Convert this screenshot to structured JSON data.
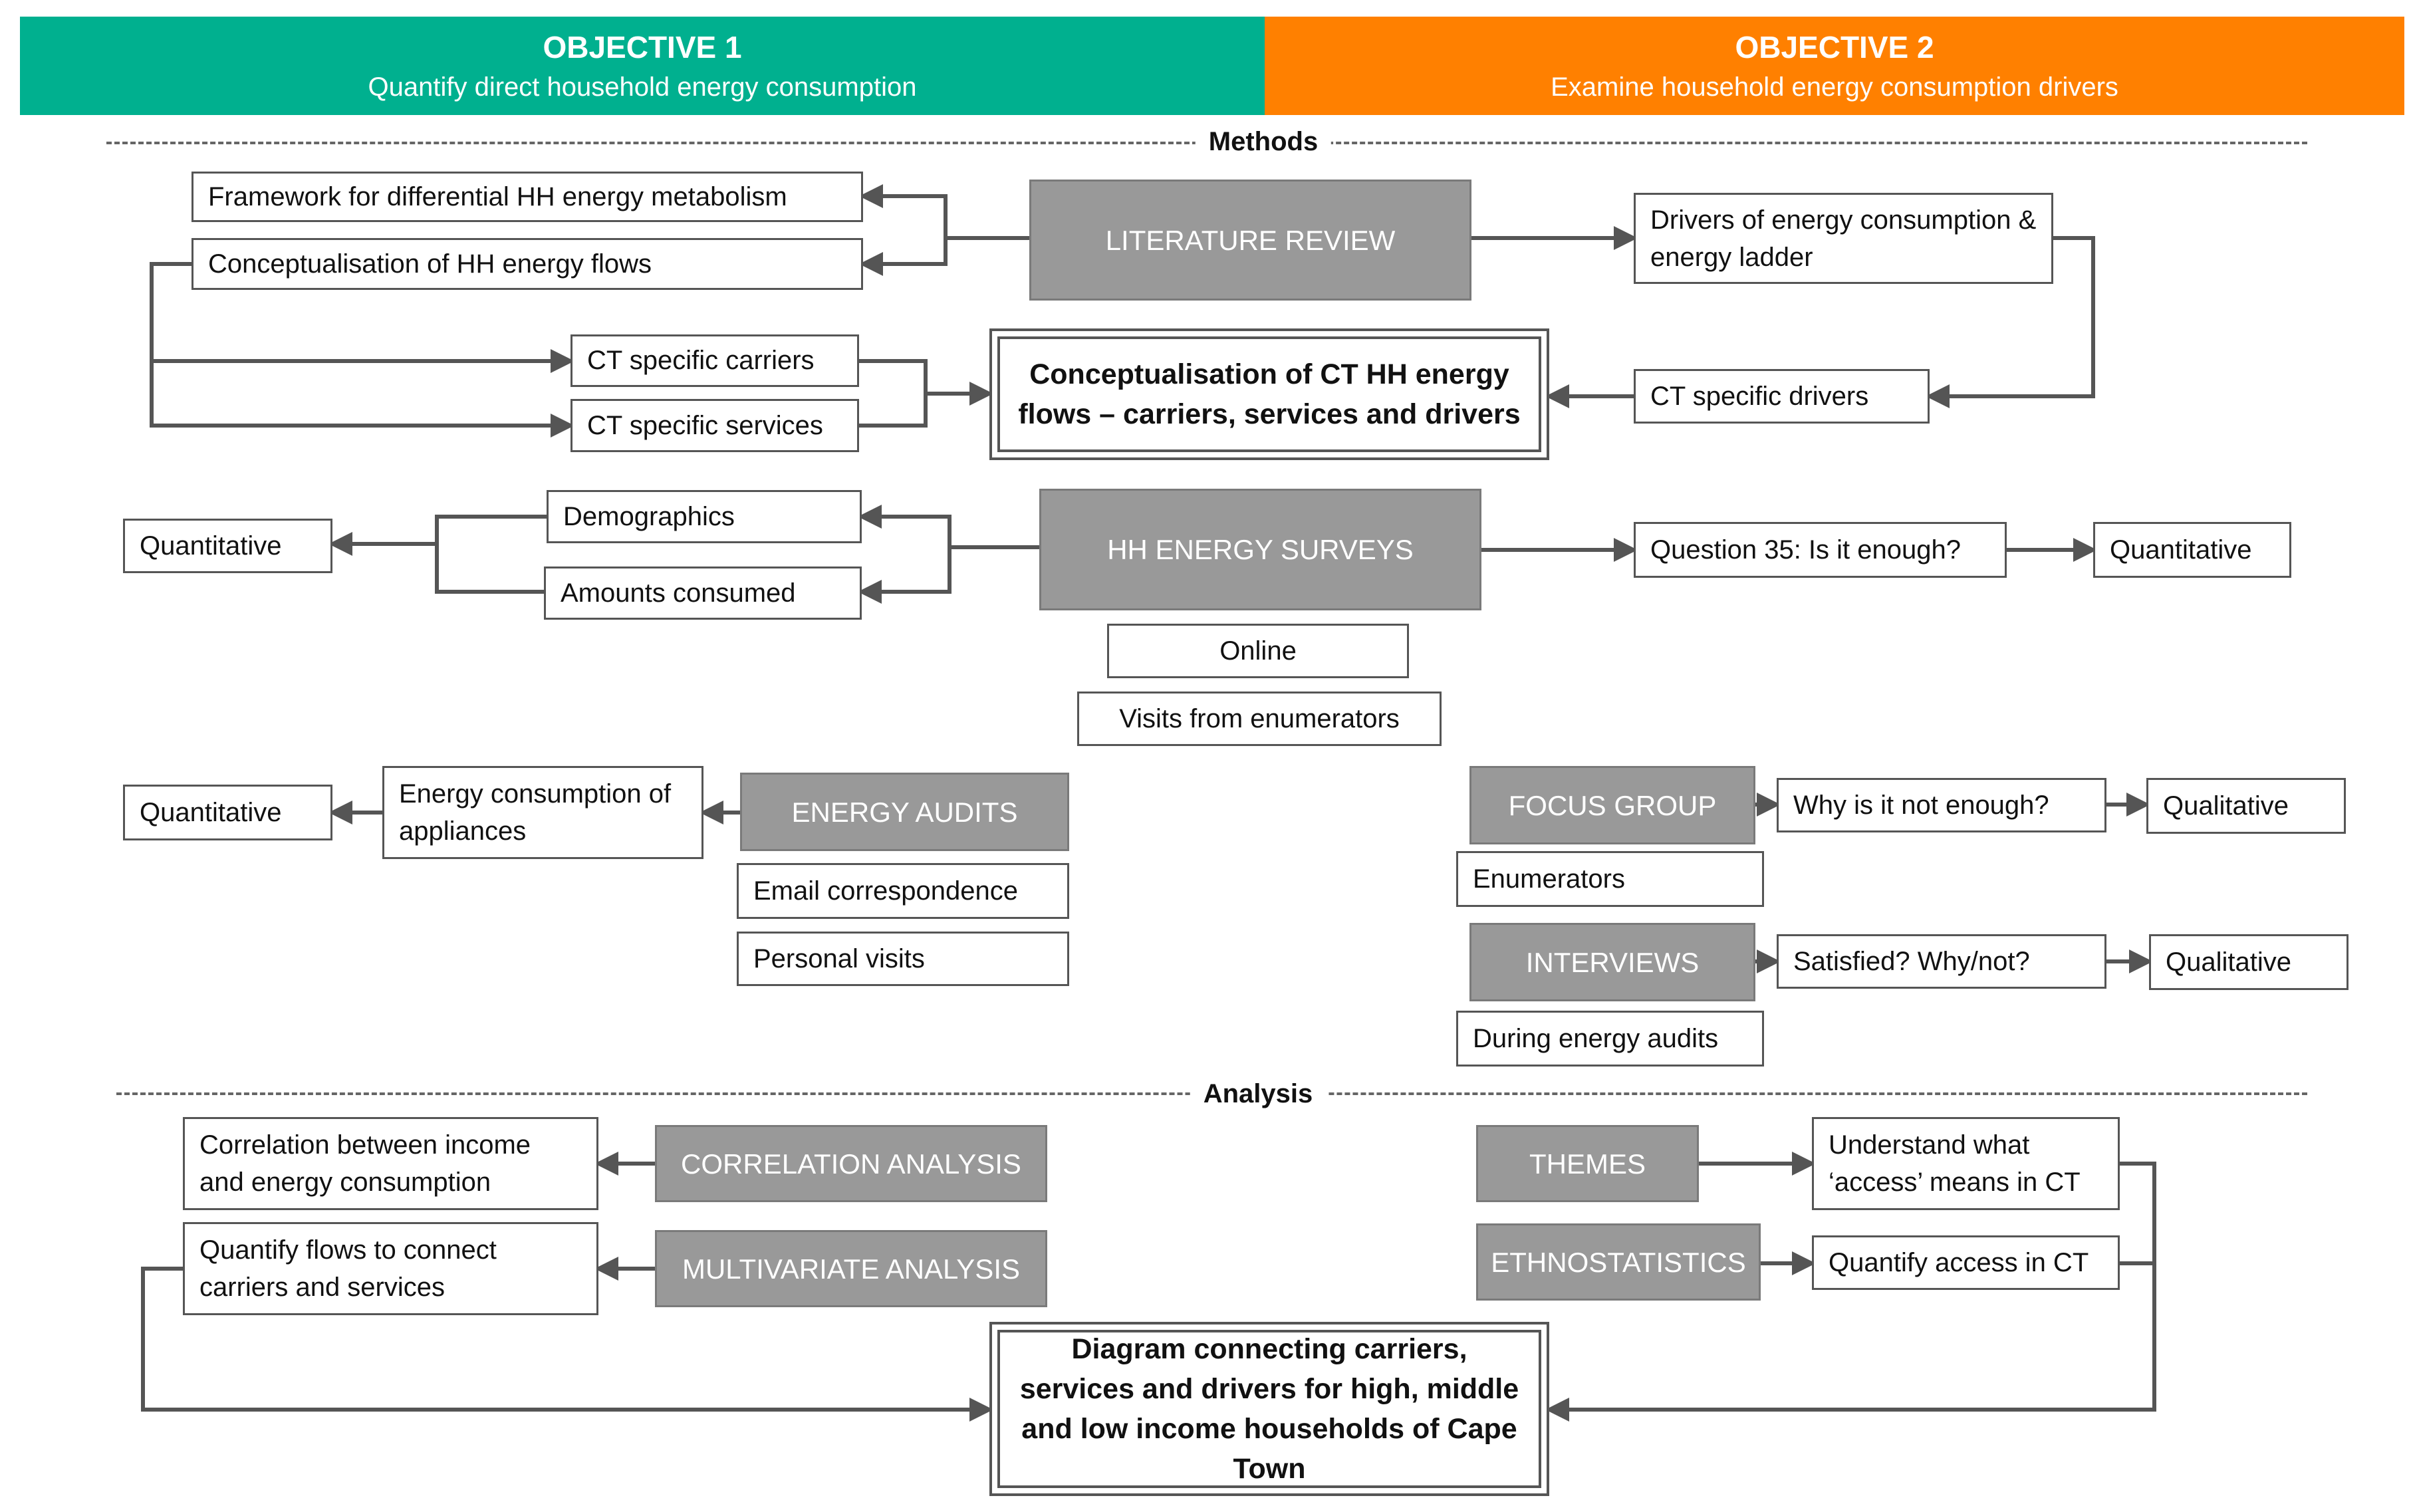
{
  "header": {
    "objective1": {
      "title": "OBJECTIVE 1",
      "subtitle": "Quantify direct household energy consumption",
      "color": "#00b08f"
    },
    "objective2": {
      "title": "OBJECTIVE 2",
      "subtitle": "Examine household energy consumption drivers",
      "color": "#ff8000"
    }
  },
  "sections": {
    "methods": "Methods",
    "analysis": "Analysis"
  },
  "methods": {
    "literature_review": "LITERATURE REVIEW",
    "framework": "Framework for differential HH energy metabolism",
    "conceptualisation_flows": "Conceptualisation of HH energy flows",
    "ct_carriers": "CT specific carriers",
    "ct_services": "CT specific services",
    "ct_conceptualisation": "Conceptualisation of CT HH energy flows – carriers, services and drivers",
    "drivers_ladder": "Drivers of energy consumption & energy ladder",
    "ct_drivers": "CT specific drivers",
    "hh_surveys": "HH ENERGY SURVEYS",
    "demographics": "Demographics",
    "amounts": "Amounts consumed",
    "quantitative_surveys": "Quantitative",
    "question35": "Question 35: Is it enough?",
    "quantitative_q35": "Quantitative",
    "online": "Online",
    "enumerators_visits": "Visits from enumerators",
    "energy_audits": "ENERGY AUDITS",
    "appliances": "Energy consumption of appliances",
    "quantitative_audits": "Quantitative",
    "email": "Email correspondence",
    "personal": "Personal visits",
    "focus_group": "FOCUS GROUP",
    "why_not": "Why is it not enough?",
    "qualitative_focus": "Qualitative",
    "enumerators": "Enumerators",
    "interviews": "INTERVIEWS",
    "satisfied": "Satisfied? Why/not?",
    "qualitative_interviews": "Qualitative",
    "during_audits": "During energy audits"
  },
  "analysis": {
    "correlation": "CORRELATION ANALYSIS",
    "correlation_result": "Correlation between income and energy consumption",
    "multivariate": "MULTIVARIATE  ANALYSIS",
    "quantify_flows": "Quantify flows to connect carriers and services",
    "themes": "THEMES",
    "understand_access": "Understand what ‘access’ means in CT",
    "ethnostatistics": "ETHNOSTATISTICS",
    "quantify_access": "Quantify access in CT",
    "final_diagram": "Diagram connecting carriers, services and drivers for high, middle and low income households of Cape Town"
  }
}
